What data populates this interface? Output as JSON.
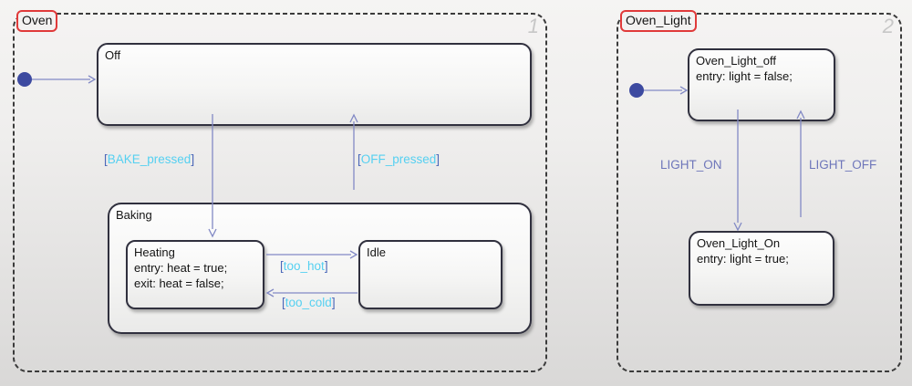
{
  "diagram": {
    "oven": {
      "label": "Oven",
      "order": "1",
      "states": {
        "off": {
          "label": "Off"
        },
        "baking": {
          "label": "Baking",
          "heating": {
            "label": "Heating",
            "entry": "entry: heat = true;",
            "exit": "exit: heat = false;"
          },
          "idle": {
            "label": "Idle"
          }
        }
      },
      "transitions": {
        "bake_pressed": {
          "open": "[",
          "event": "BAKE_pressed",
          "close": "]"
        },
        "off_pressed": {
          "open": "[",
          "event": "OFF_pressed",
          "close": "]"
        },
        "too_hot": {
          "open": "[",
          "event": "too_hot",
          "close": "]"
        },
        "too_cold": {
          "open": "[",
          "event": "too_cold",
          "close": "]"
        }
      }
    },
    "oven_light": {
      "label": "Oven_Light",
      "order": "2",
      "states": {
        "light_off": {
          "label": "Oven_Light_off",
          "entry": "entry: light = false;"
        },
        "light_on": {
          "label": "Oven_Light_On",
          "entry": "entry: light = true;"
        }
      },
      "transitions": {
        "light_on": {
          "event": "LIGHT_ON"
        },
        "light_off": {
          "event": "LIGHT_OFF"
        }
      }
    },
    "colors": {
      "transition_line": "#8289c5",
      "initial_dot": "#3d4aa0",
      "condition_text": "#55d0f1",
      "bracket_text": "#4a67b8",
      "event_text": "#6e76ba",
      "state_border": "#30303e",
      "region_dash": "#3b3b3b",
      "selection_highlight": "#e03a3a",
      "order_badge": "#c7c7c7"
    }
  }
}
